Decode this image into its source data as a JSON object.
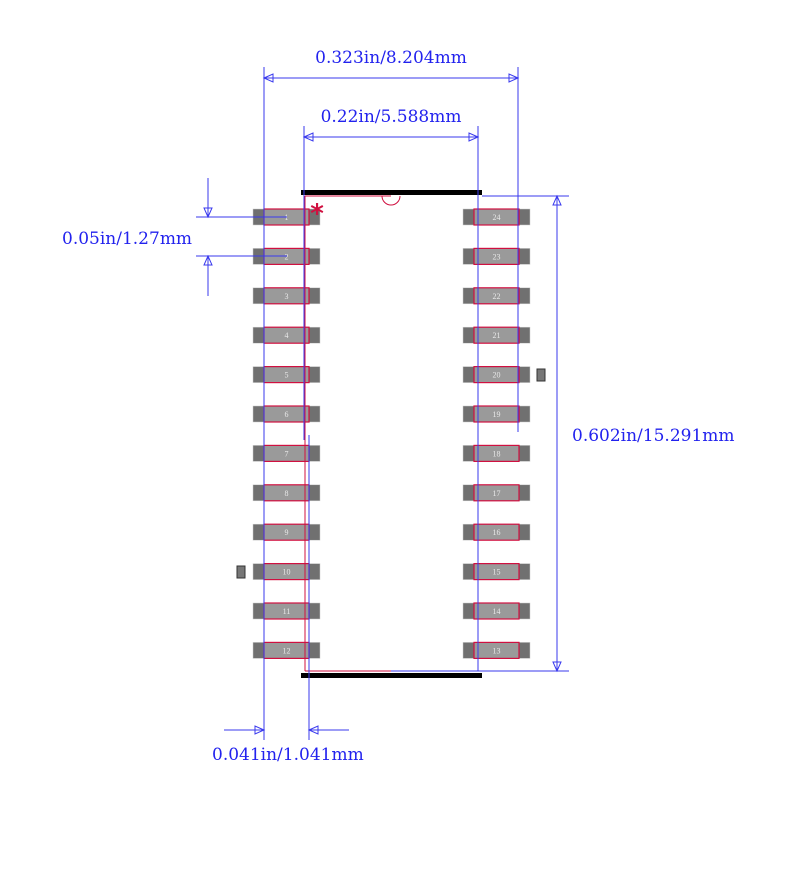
{
  "dimensions": {
    "overall_width": "0.323in/8.204mm",
    "body_width": "0.22in/5.588mm",
    "pitch": "0.05in/1.27mm",
    "height": "0.602in/15.291mm",
    "pad_width": "0.041in/1.041mm"
  },
  "pins": {
    "left": [
      "1",
      "2",
      "3",
      "4",
      "5",
      "6",
      "7",
      "8",
      "9",
      "10",
      "11",
      "12"
    ],
    "right": [
      "24",
      "23",
      "22",
      "21",
      "20",
      "19",
      "18",
      "17",
      "16",
      "15",
      "14",
      "13"
    ]
  },
  "colors": {
    "dimension": "#2222ee",
    "outline": "#d01040",
    "pad": "#707070",
    "pad_inner": "#9a9a9a",
    "silkscreen": "#000000"
  }
}
